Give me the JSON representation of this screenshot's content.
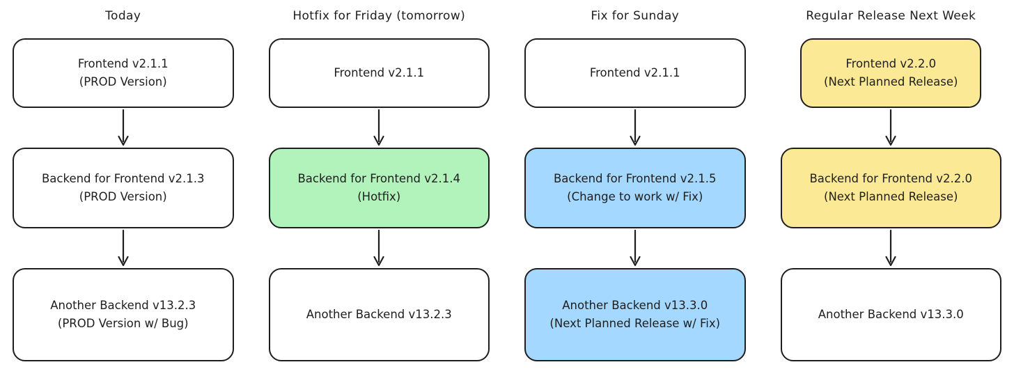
{
  "diagram": {
    "columns": [
      {
        "title": "Today",
        "boxes": [
          {
            "fill": "#ffffff",
            "lines": [
              "Frontend v2.1.1",
              "(PROD Version)"
            ]
          },
          {
            "fill": "#ffffff",
            "lines": [
              "Backend for Frontend v2.1.3",
              "(PROD Version)"
            ]
          },
          {
            "fill": "#ffffff",
            "lines": [
              "Another Backend v13.2.3",
              "(PROD Version w/ Bug)"
            ]
          }
        ]
      },
      {
        "title": "Hotfix for Friday (tomorrow)",
        "boxes": [
          {
            "fill": "#ffffff",
            "lines": [
              "Frontend v2.1.1"
            ]
          },
          {
            "fill": "#b2f2bb",
            "lines": [
              "Backend for Frontend v2.1.4",
              "(Hotfix)"
            ]
          },
          {
            "fill": "#ffffff",
            "lines": [
              "Another Backend v13.2.3"
            ]
          }
        ]
      },
      {
        "title": "Fix for Sunday",
        "boxes": [
          {
            "fill": "#ffffff",
            "lines": [
              "Frontend v2.1.1"
            ]
          },
          {
            "fill": "#a5d8ff",
            "lines": [
              "Backend for Frontend v2.1.5",
              "(Change to work w/ Fix)"
            ]
          },
          {
            "fill": "#a5d8ff",
            "lines": [
              "Another Backend v13.3.0",
              "(Next Planned Release w/ Fix)"
            ]
          }
        ]
      },
      {
        "title": "Regular Release Next Week",
        "boxes": [
          {
            "fill": "#fce996",
            "lines": [
              "Frontend v2.2.0",
              "(Next Planned Release)"
            ]
          },
          {
            "fill": "#fce996",
            "lines": [
              "Backend for Frontend v2.2.0",
              "(Next Planned Release)"
            ]
          },
          {
            "fill": "#ffffff",
            "lines": [
              "Another Backend v13.3.0"
            ]
          }
        ]
      }
    ],
    "colors": {
      "stroke": "#1e1e1e",
      "white": "#ffffff",
      "green": "#b2f2bb",
      "blue": "#a5d8ff",
      "yellow": "#fce996"
    }
  }
}
